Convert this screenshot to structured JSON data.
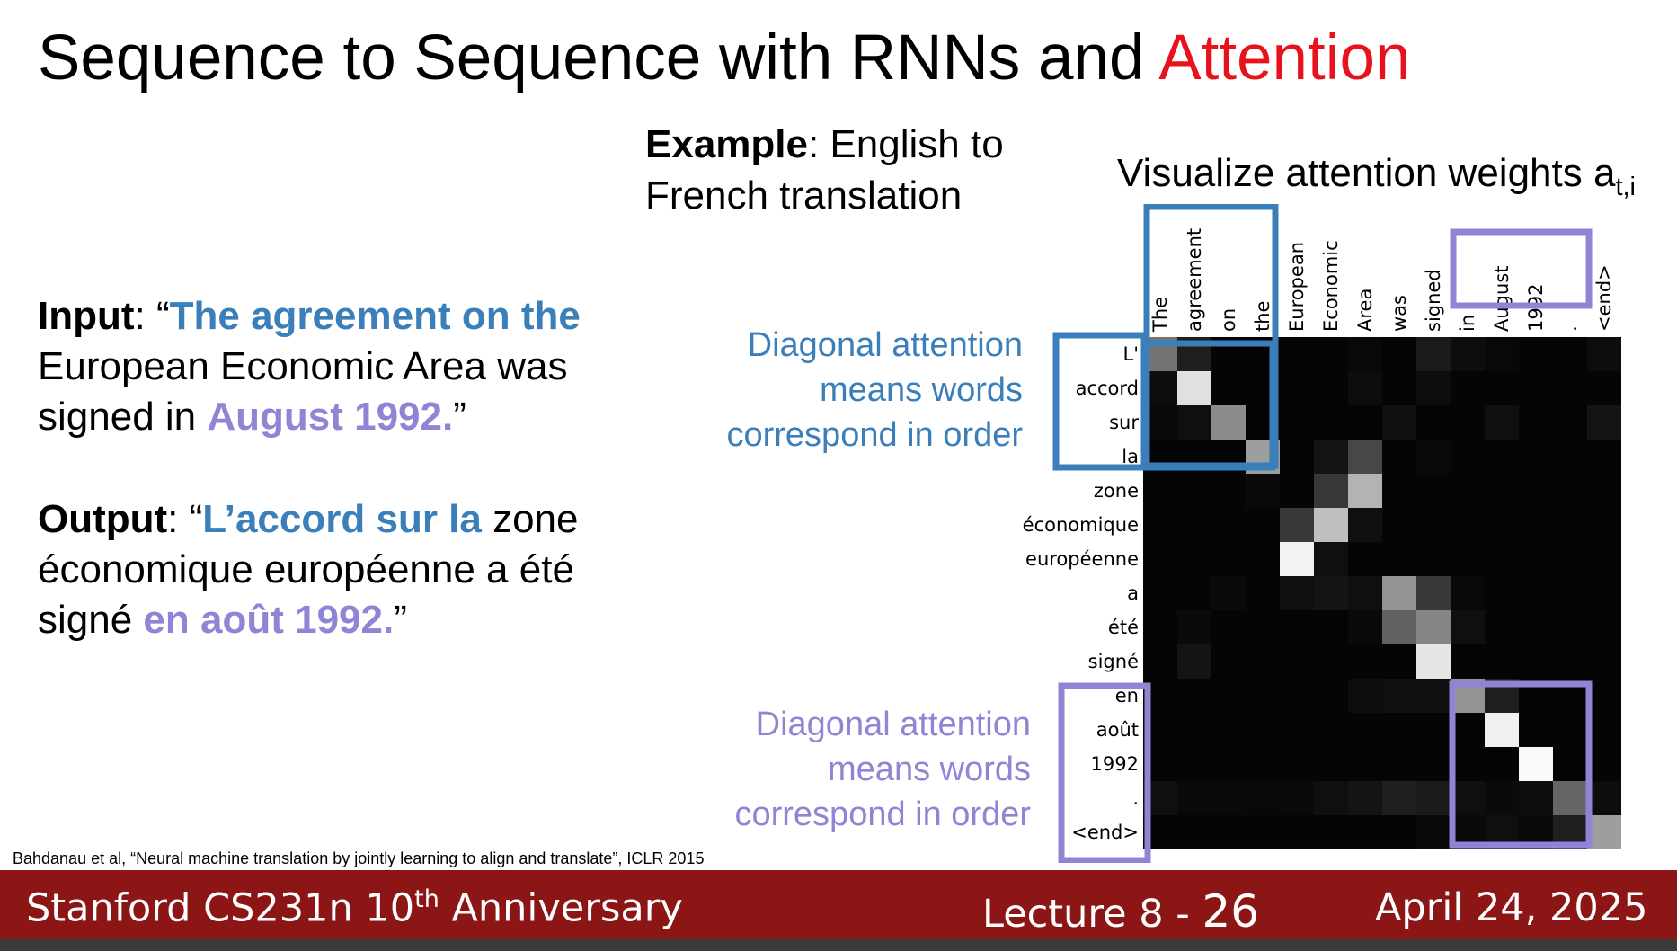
{
  "slide": {
    "title_main": "Sequence to Sequence with RNNs and ",
    "title_accent": "Attention",
    "accent_color": "#e8121c",
    "example_bold": "Example",
    "example_rest": ": English to French translation",
    "visualize_text": "Visualize attention weights a",
    "visualize_sub": "t,i"
  },
  "input_para": {
    "label": "Input",
    "colon_quote": ": “",
    "highlight_blue": "The agreement on the",
    "middle": " European Economic Area was signed in ",
    "highlight_purple": "August 1992.",
    "end_quote": "”"
  },
  "output_para": {
    "label": "Output",
    "colon_quote": ": “",
    "highlight_blue": "L’accord sur la",
    "middle": " zone économique européenne a été signé ",
    "highlight_purple": "en août 1992.",
    "end_quote": "”"
  },
  "notes": {
    "blue": "Diagonal attention means words correspond in order",
    "purple": "Diagonal attention means words correspond in order",
    "blue_color": "#3b7fba",
    "purple_color": "#8e86d4"
  },
  "citation": "Bahdanau et al, “Neural machine translation by jointly learning to align and translate”, ICLR 2015",
  "footer": {
    "course": "Stanford CS231n 10",
    "course_sup": "th",
    "course_rest": " Anniversary",
    "lecture": "Lecture 8 - ",
    "page": "26",
    "date": "April 24, 2025",
    "color": "#8c1515"
  },
  "chart_data": {
    "type": "heatmap",
    "x_labels": [
      "The",
      "agreement",
      "on",
      "the",
      "European",
      "Economic",
      "Area",
      "was",
      "signed",
      "in",
      "August",
      "1992",
      ".",
      "<end>"
    ],
    "y_labels": [
      "L'",
      "accord",
      "sur",
      "la",
      "zone",
      "économique",
      "européenne",
      "a",
      "été",
      "signé",
      "en",
      "août",
      "1992",
      ".",
      "<end>"
    ],
    "values": [
      [
        0.45,
        0.12,
        0.02,
        0.02,
        0.02,
        0.02,
        0.03,
        0.02,
        0.1,
        0.05,
        0.03,
        0.02,
        0.02,
        0.05
      ],
      [
        0.05,
        0.88,
        0.02,
        0.02,
        0.02,
        0.02,
        0.05,
        0.02,
        0.05,
        0.02,
        0.02,
        0.02,
        0.02,
        0.02
      ],
      [
        0.03,
        0.06,
        0.55,
        0.02,
        0.02,
        0.02,
        0.02,
        0.06,
        0.02,
        0.02,
        0.06,
        0.02,
        0.02,
        0.08
      ],
      [
        0.02,
        0.02,
        0.02,
        0.62,
        0.02,
        0.08,
        0.28,
        0.02,
        0.03,
        0.02,
        0.02,
        0.02,
        0.02,
        0.02
      ],
      [
        0.02,
        0.02,
        0.02,
        0.04,
        0.02,
        0.22,
        0.7,
        0.02,
        0.02,
        0.02,
        0.02,
        0.02,
        0.02,
        0.02
      ],
      [
        0.02,
        0.02,
        0.02,
        0.02,
        0.22,
        0.75,
        0.06,
        0.02,
        0.02,
        0.02,
        0.02,
        0.02,
        0.02,
        0.02
      ],
      [
        0.02,
        0.02,
        0.02,
        0.02,
        0.95,
        0.06,
        0.02,
        0.02,
        0.02,
        0.02,
        0.02,
        0.02,
        0.02,
        0.02
      ],
      [
        0.02,
        0.02,
        0.04,
        0.02,
        0.06,
        0.08,
        0.06,
        0.58,
        0.22,
        0.03,
        0.02,
        0.02,
        0.02,
        0.02
      ],
      [
        0.02,
        0.04,
        0.02,
        0.02,
        0.02,
        0.02,
        0.04,
        0.38,
        0.52,
        0.06,
        0.02,
        0.02,
        0.02,
        0.02
      ],
      [
        0.02,
        0.08,
        0.02,
        0.02,
        0.02,
        0.02,
        0.02,
        0.02,
        0.9,
        0.02,
        0.02,
        0.02,
        0.02,
        0.02
      ],
      [
        0.02,
        0.02,
        0.02,
        0.02,
        0.02,
        0.02,
        0.05,
        0.06,
        0.06,
        0.58,
        0.12,
        0.02,
        0.02,
        0.02
      ],
      [
        0.02,
        0.02,
        0.02,
        0.02,
        0.02,
        0.02,
        0.02,
        0.02,
        0.02,
        0.02,
        0.94,
        0.02,
        0.02,
        0.02
      ],
      [
        0.02,
        0.02,
        0.02,
        0.02,
        0.02,
        0.02,
        0.02,
        0.02,
        0.02,
        0.02,
        0.02,
        0.98,
        0.02,
        0.02
      ],
      [
        0.06,
        0.04,
        0.04,
        0.03,
        0.04,
        0.06,
        0.08,
        0.12,
        0.1,
        0.06,
        0.04,
        0.05,
        0.4,
        0.05
      ],
      [
        0.02,
        0.02,
        0.02,
        0.02,
        0.02,
        0.02,
        0.02,
        0.02,
        0.03,
        0.04,
        0.06,
        0.04,
        0.12,
        0.62
      ]
    ]
  }
}
